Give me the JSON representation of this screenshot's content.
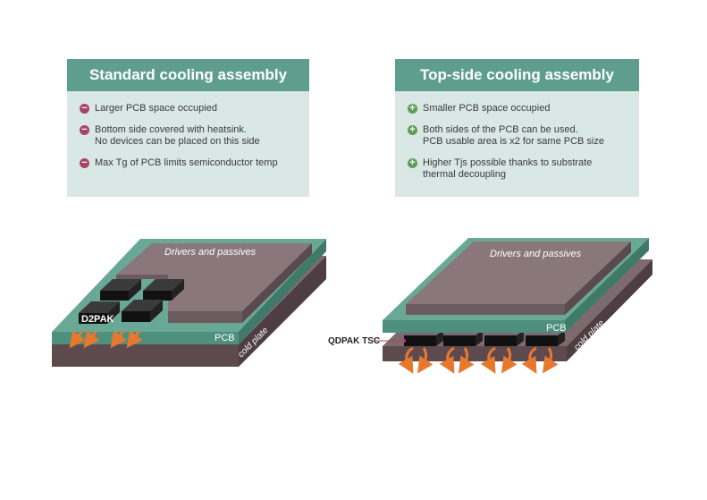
{
  "standard": {
    "title": "Standard cooling assembly",
    "items": [
      {
        "type": "minus",
        "text": "Larger PCB space occupied"
      },
      {
        "type": "minus",
        "text": "Bottom side covered with heatsink.\nNo devices can be placed on this side"
      },
      {
        "type": "minus",
        "text": "Max Tg of PCB limits semiconductor temp"
      }
    ],
    "labels": {
      "drivers": "Drivers and passives",
      "package": "D2PAK",
      "pcb": "PCB",
      "cold_plate": "cold plate"
    }
  },
  "topside": {
    "title": "Top-side cooling assembly",
    "items": [
      {
        "type": "plus",
        "text": "Smaller PCB space occupied"
      },
      {
        "type": "plus",
        "text": "Both sides of the PCB can be used.\nPCB usable area is x2 for same PCB size"
      },
      {
        "type": "plus",
        "text": "Higher Tjs possible thanks to substrate\nthermal decoupling"
      }
    ],
    "labels": {
      "drivers": "Drivers and passives",
      "package": "QDPAK TSC",
      "pcb": "PCB",
      "cold_plate": "cold plate"
    }
  },
  "colors": {
    "header": "#5f9e8e",
    "panel": "#d9e8e4",
    "pcb": "#5f9e8e",
    "cold_plate": "#6e5b60",
    "drivers": "#7a696d",
    "chip": "#1e1e1e",
    "arrow": "#e8782e"
  }
}
